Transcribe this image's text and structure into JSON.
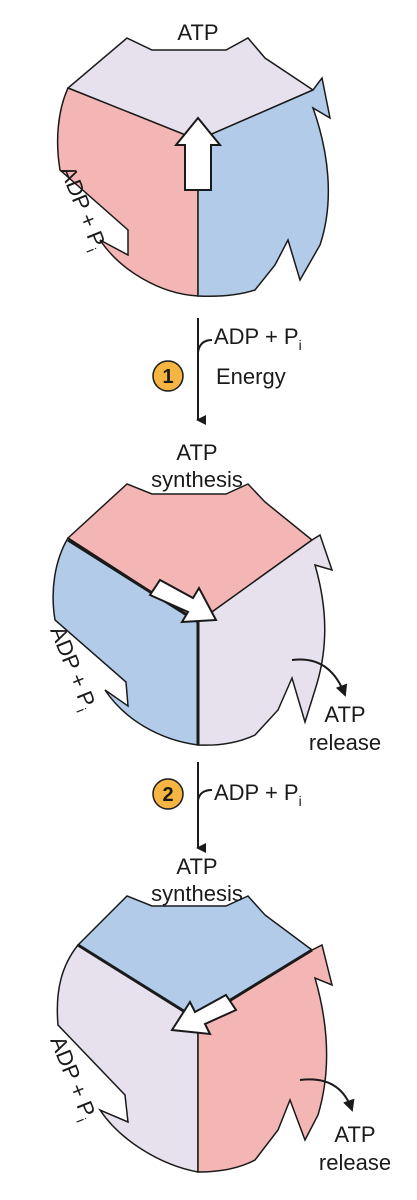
{
  "colors": {
    "pink": "#f4b6b4",
    "blue": "#b1cbe9",
    "lavender": "#e6e1ec",
    "badge": "#f6b443",
    "outline": "#1a1a1a"
  },
  "panels": [
    {
      "top_label": "ATP",
      "side_label_main": "ADP + P",
      "side_label_sub": "i",
      "slices": {
        "top": "lavender",
        "left": "pink",
        "right": "blue"
      },
      "arrow_icon": "arrow-up-icon"
    },
    {
      "top_label_line1": "ATP",
      "top_label_line2": "synthesis",
      "side_label_main": "ADP + P",
      "side_label_sub": "i",
      "release_line1": "ATP",
      "release_line2": "release",
      "slices": {
        "top": "pink",
        "left": "blue",
        "right": "lavender"
      },
      "arrow_icon": "arrow-down-right-icon"
    },
    {
      "top_label_line1": "ATP",
      "top_label_line2": "synthesis",
      "side_label_main": "ADP + P",
      "side_label_sub": "i",
      "release_line1": "ATP",
      "release_line2": "release",
      "slices": {
        "top": "blue",
        "left": "lavender",
        "right": "pink"
      },
      "arrow_icon": "arrow-down-left-icon"
    }
  ],
  "steps": [
    {
      "number": "1",
      "input_main": "ADP + P",
      "input_sub": "i",
      "energy": "Energy"
    },
    {
      "number": "2",
      "input_main": "ADP + P",
      "input_sub": "i"
    }
  ]
}
